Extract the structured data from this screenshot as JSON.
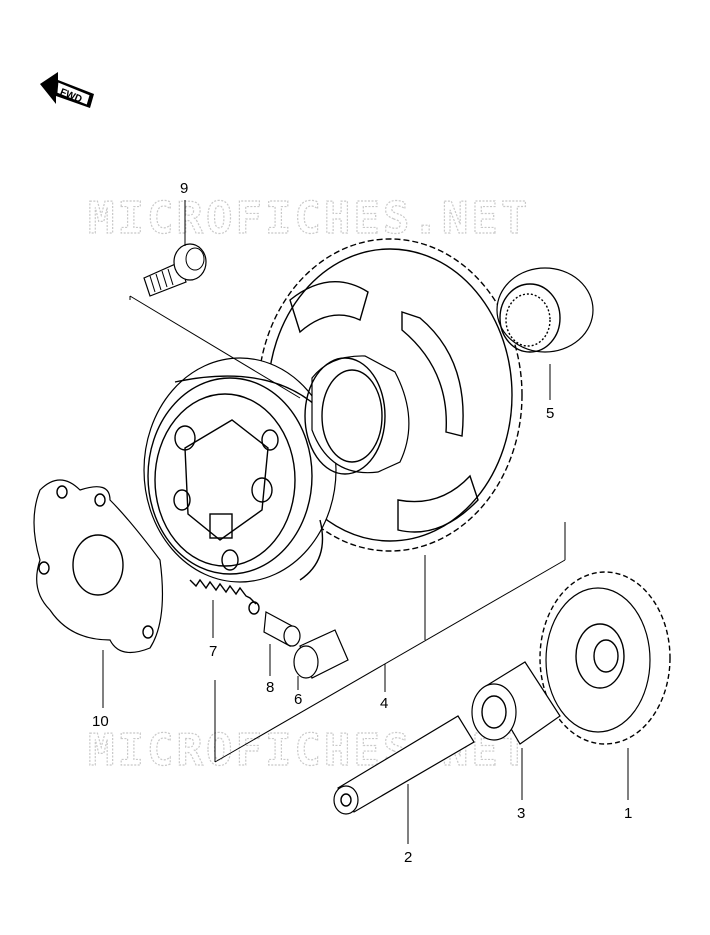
{
  "watermark": "MICROFICHES.NET",
  "fwd_badge": "FWD",
  "callouts": [
    {
      "id": "1",
      "text": "1"
    },
    {
      "id": "2",
      "text": "2"
    },
    {
      "id": "3",
      "text": "3"
    },
    {
      "id": "4",
      "text": "4"
    },
    {
      "id": "5",
      "text": "5"
    },
    {
      "id": "6",
      "text": "6"
    },
    {
      "id": "7",
      "text": "7"
    },
    {
      "id": "8",
      "text": "8"
    },
    {
      "id": "9",
      "text": "9"
    },
    {
      "id": "10",
      "text": "10"
    }
  ]
}
